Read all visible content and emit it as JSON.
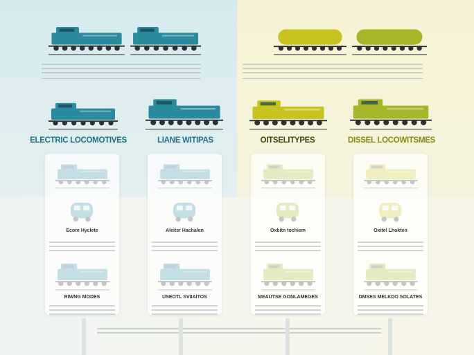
{
  "headings": [
    {
      "text": "ELECTRIC LOCOMOTIVES",
      "color": "#1f6f86"
    },
    {
      "text": "LIANE WITIPAS",
      "color": "#2a6f94"
    },
    {
      "text": "OITSELITYPES",
      "color": "#3d4a12"
    },
    {
      "text": "DISSEL LOCOWITSMES",
      "color": "#8a8a12"
    }
  ],
  "cards": [
    {
      "title1": "Ecore Hyclete",
      "title2": "RIWNG MODES",
      "color": "#2b7f95"
    },
    {
      "title1": "Aleitsr Hachalen",
      "title2": "USEOTL SVIIAITOS",
      "color": "#2f8aa0"
    },
    {
      "title1": "Oxbitn tochiem",
      "title2": "MEAUTSE GONLAMEGES",
      "color": "#8ea532"
    },
    {
      "title1": "Oxitel Lhokten",
      "title2": "DMSES MELKDO SOLATES",
      "color": "#8ea532"
    }
  ],
  "colors": {
    "teal": "#2a8a9e",
    "olive": "#a7b52a",
    "yellow": "#c9c321"
  }
}
